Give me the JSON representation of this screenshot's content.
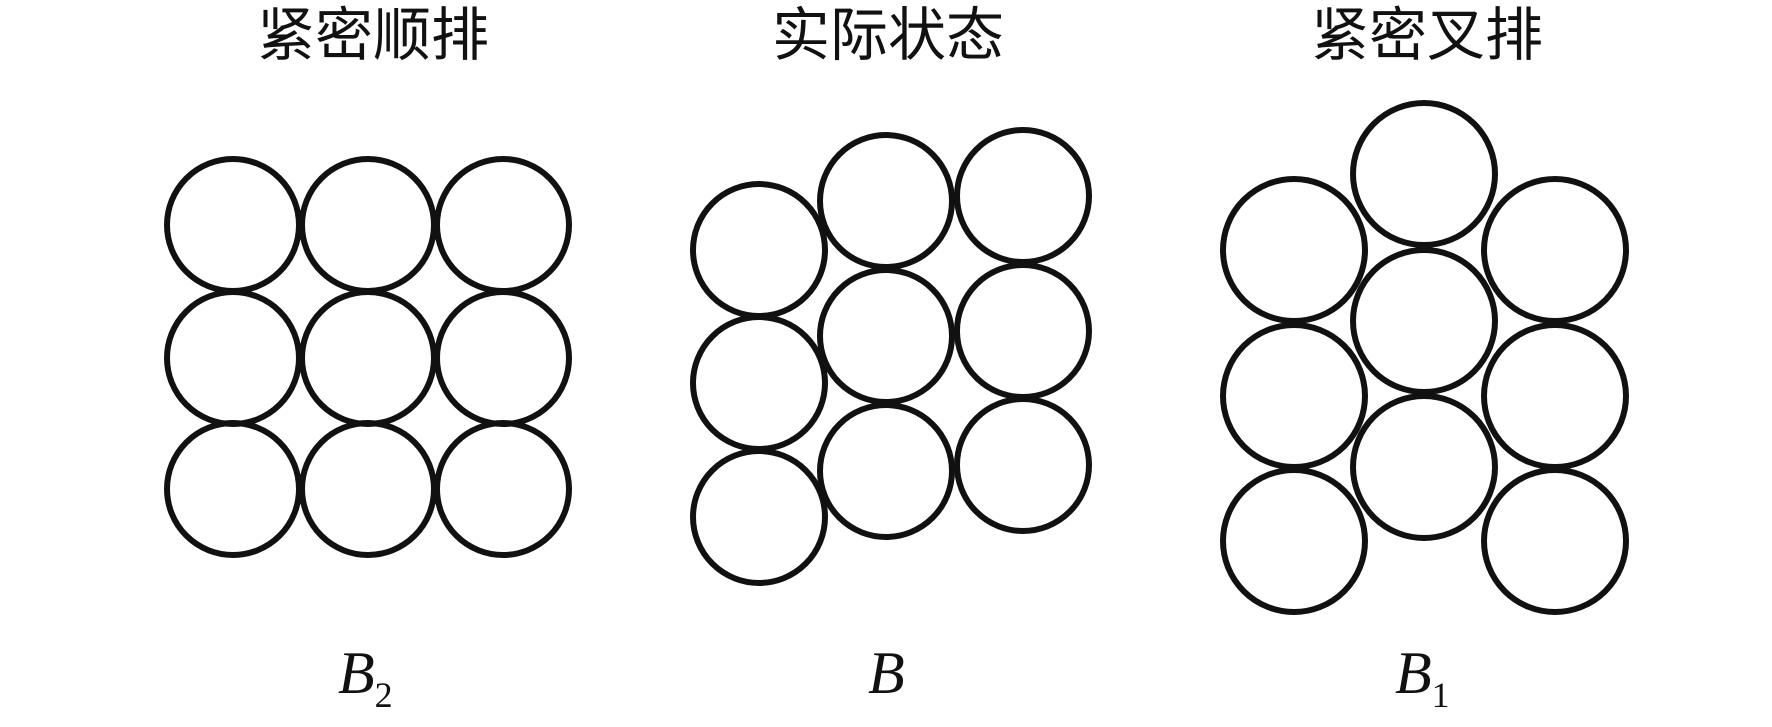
{
  "panels": [
    {
      "id": "tight-square",
      "title": "紧密顺排",
      "variable": "B",
      "subscript": "2",
      "circle_count": 9
    },
    {
      "id": "actual",
      "title": "实际状态",
      "variable": "B",
      "subscript": "",
      "circle_count": 9
    },
    {
      "id": "tight-staggered",
      "title": "紧密叉排",
      "variable": "B",
      "subscript": "1",
      "circle_count": 9
    }
  ],
  "colors": {
    "stroke": "#111111",
    "background": "#ffffff"
  }
}
